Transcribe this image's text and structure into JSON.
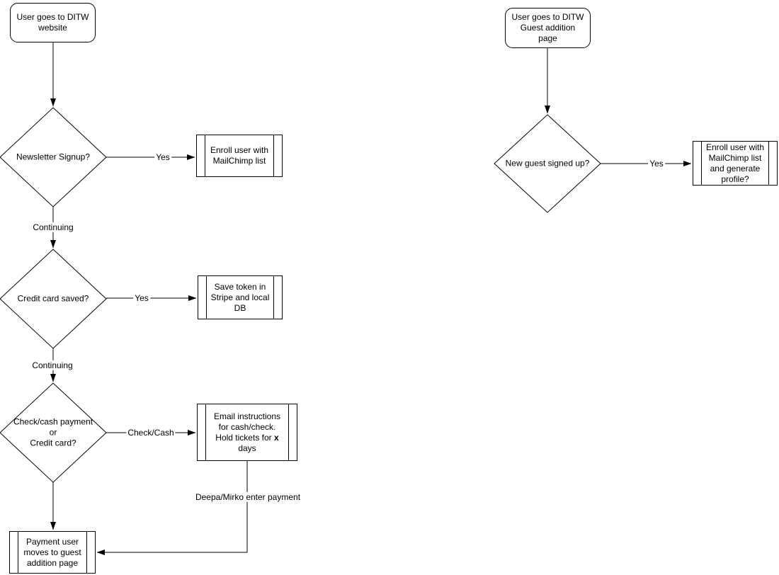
{
  "diagram": {
    "colors": {
      "stroke": "#000000",
      "shape_fill": "#ffffff",
      "text": "#000000",
      "label_background": "#ffffff"
    },
    "left_flow": {
      "start": {
        "label": "User goes to DITW website"
      },
      "decision_newsletter": {
        "label": "Newsletter Signup?"
      },
      "edge_newsletter_yes": {
        "label": "Yes"
      },
      "process_enroll": {
        "label": "Enroll user with MailChimp list"
      },
      "edge_continuing_1": {
        "label": "Continuing"
      },
      "decision_credit_card": {
        "label": "Credit card saved?"
      },
      "edge_credit_yes": {
        "label": "Yes"
      },
      "process_save_token": {
        "label": "Save token in Stripe and local DB"
      },
      "edge_continuing_2": {
        "label": "Continuing"
      },
      "decision_payment": {
        "line1": "Check/cash payment",
        "line2": "or",
        "line3": "Credit card?"
      },
      "edge_check_cash": {
        "label": "Check/Cash"
      },
      "process_email": {
        "text_before": "Email instructions for cash/check. Hold tickets for ",
        "bold": "x",
        "text_after": " days"
      },
      "edge_deepa_mirko": {
        "label": "Deepa/Mirko enter payment"
      },
      "process_payment_user": {
        "label": "Payment user moves to guest addition page"
      }
    },
    "right_flow": {
      "start": {
        "label": "User goes to DITW Guest addition page"
      },
      "decision_new_guest": {
        "label": "New guest signed up?"
      },
      "edge_yes": {
        "label": "Yes"
      },
      "process_enroll_generate": {
        "label": "Enroll user with MailChimp list and generate profile?"
      }
    }
  }
}
